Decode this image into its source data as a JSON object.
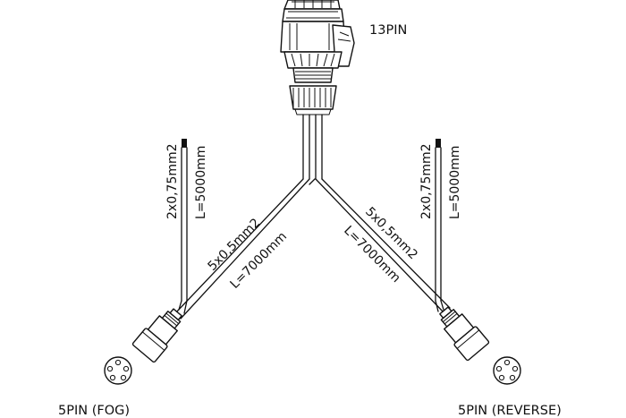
{
  "connectors": {
    "main_label": "13PIN",
    "fog_label": "5PIN (FOG)",
    "reverse_label": "5PIN (REVERSE)"
  },
  "cables": {
    "left_main_size": "5x0,5mm2",
    "left_main_length": "L=7000mm",
    "right_main_size": "5x0,5mm2",
    "right_main_length": "L=7000mm",
    "left_aux_size": "2x0,75mm2",
    "left_aux_length": "L=5000mm",
    "right_aux_size": "2x0,75mm2",
    "right_aux_length": "L=5000mm"
  }
}
